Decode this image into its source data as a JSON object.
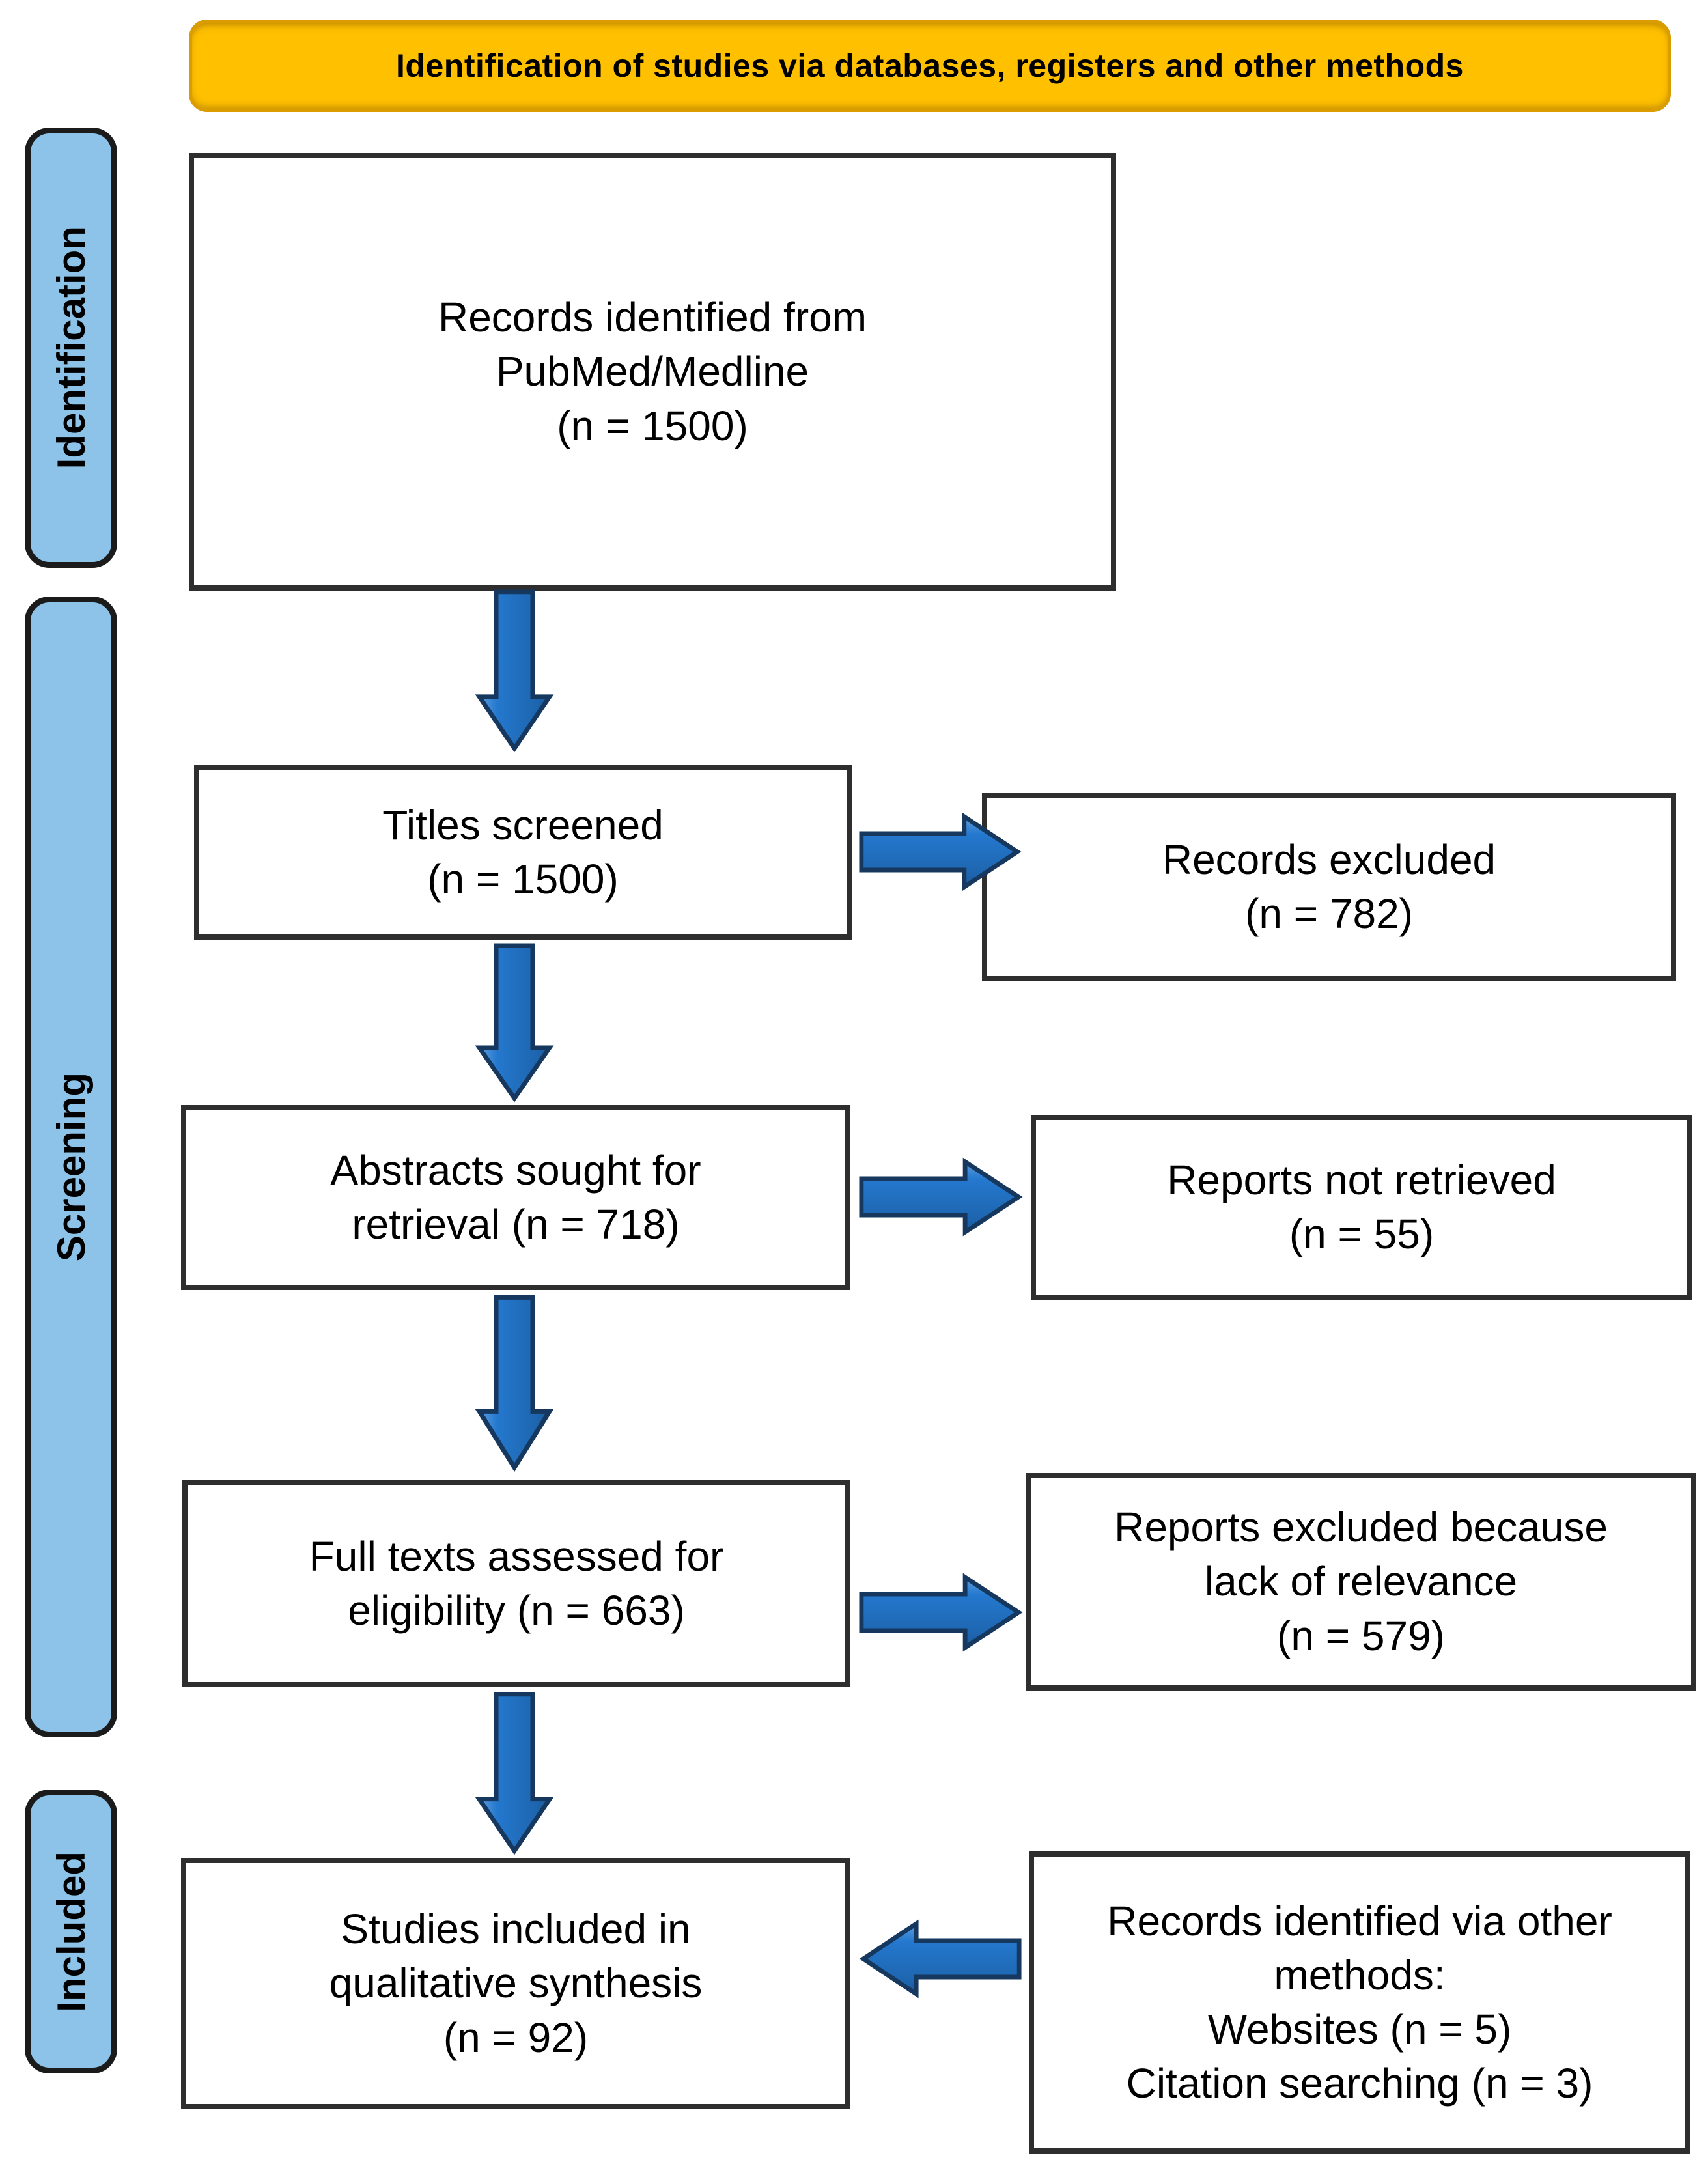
{
  "title_banner": {
    "label": "Identification of studies via databases, registers and other methods"
  },
  "stages": {
    "identification": "Identification",
    "screening": "Screening",
    "included": "Included"
  },
  "boxes": {
    "records_identified": {
      "lines": [
        "Records identified from",
        "PubMed/Medline",
        "(n = 1500)"
      ]
    },
    "titles_screened": {
      "lines": [
        "Titles screened",
        "(n = 1500)"
      ]
    },
    "records_excluded": {
      "lines": [
        "Records excluded",
        "(n = 782)"
      ]
    },
    "abstracts_sought": {
      "lines": [
        "Abstracts sought for",
        "retrieval (n = 718)"
      ]
    },
    "reports_not_retrieved": {
      "lines": [
        "Reports not retrieved",
        "(n = 55)"
      ]
    },
    "full_texts_assessed": {
      "lines": [
        "Full texts assessed for",
        "eligibility (n = 663)"
      ]
    },
    "reports_excluded": {
      "lines": [
        "Reports excluded because",
        "lack of relevance",
        "(n = 579)"
      ]
    },
    "studies_included": {
      "lines": [
        "Studies included in",
        "qualitative synthesis",
        "(n = 92)"
      ]
    },
    "other_methods": {
      "lines": [
        "Records identified via other",
        "methods:",
        "Websites (n = 5)",
        "Citation searching (n = 3)"
      ]
    }
  },
  "colors": {
    "banner_bg": "#FFC000",
    "banner_border": "#DB9C00",
    "stage_bg": "#8DC3E8",
    "stage_border": "#1B1B1B",
    "box_border": "#2E2E2E",
    "arrow_fill": "#2173C6",
    "arrow_outline": "#16375E",
    "text": "#000000"
  }
}
